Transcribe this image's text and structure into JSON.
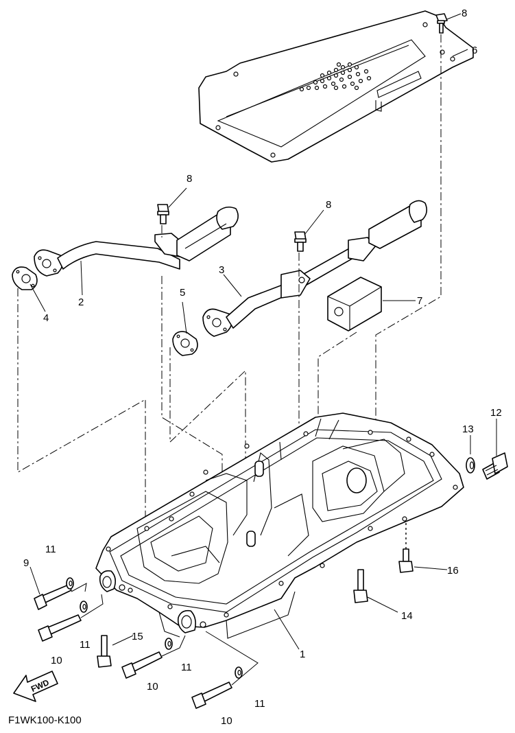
{
  "callouts": {
    "c1": "1",
    "c2": "2",
    "c3": "3",
    "c4": "4",
    "c5": "5",
    "c6": "6",
    "c7": "7",
    "c8a": "8",
    "c8b": "8",
    "c8c": "8",
    "c9": "9",
    "c10a": "10",
    "c10b": "10",
    "c10c": "10",
    "c11a": "11",
    "c11b": "11",
    "c11c": "11",
    "c11d": "11",
    "c12": "12",
    "c13": "13",
    "c14": "14",
    "c15": "15",
    "c16": "16"
  },
  "fwd_label": "FWD",
  "drawing_code": "F1WK100-K100"
}
